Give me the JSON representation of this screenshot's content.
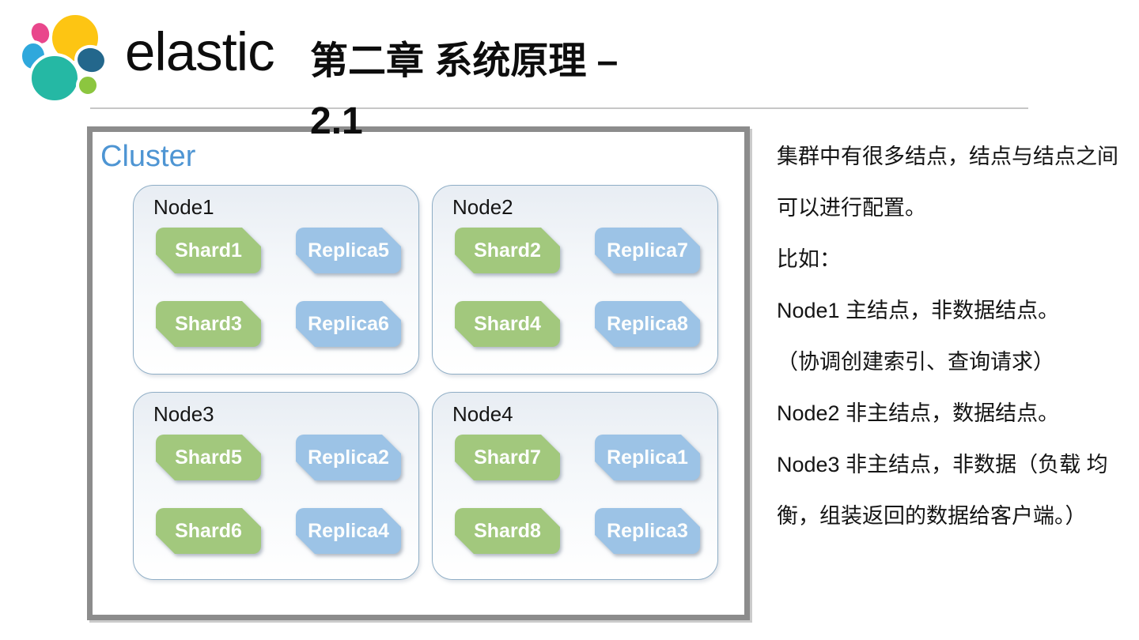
{
  "header": {
    "brand": "elastic",
    "title_line1": "第二章 系统原理 –",
    "title_line2": "2.1"
  },
  "logo": {
    "colors": {
      "pink": "#E9478C",
      "yellow": "#FDC513",
      "light_blue": "#2FA8DC",
      "dark_blue": "#23678C",
      "teal": "#25B8A4",
      "green": "#8CC63F"
    }
  },
  "diagram": {
    "cluster_label": "Cluster",
    "colors": {
      "shard_fill": "#A2C87D",
      "replica_fill": "#9CC3E6",
      "cluster_label_color": "#4E95D3",
      "cluster_border": "#8C8C8C",
      "node_border": "#8FAEC6"
    },
    "nodes": [
      {
        "label": "Node1",
        "cells": [
          {
            "type": "shard",
            "label": "Shard1"
          },
          {
            "type": "replica",
            "label": "Replica5"
          },
          {
            "type": "shard",
            "label": "Shard3"
          },
          {
            "type": "replica",
            "label": "Replica6"
          }
        ]
      },
      {
        "label": "Node2",
        "cells": [
          {
            "type": "shard",
            "label": "Shard2"
          },
          {
            "type": "replica",
            "label": "Replica7"
          },
          {
            "type": "shard",
            "label": "Shard4"
          },
          {
            "type": "replica",
            "label": "Replica8"
          }
        ]
      },
      {
        "label": "Node3",
        "cells": [
          {
            "type": "shard",
            "label": "Shard5"
          },
          {
            "type": "replica",
            "label": "Replica2"
          },
          {
            "type": "shard",
            "label": "Shard6"
          },
          {
            "type": "replica",
            "label": "Replica4"
          }
        ]
      },
      {
        "label": "Node4",
        "cells": [
          {
            "type": "shard",
            "label": "Shard7"
          },
          {
            "type": "replica",
            "label": "Replica1"
          },
          {
            "type": "shard",
            "label": "Shard8"
          },
          {
            "type": "replica",
            "label": "Replica3"
          }
        ]
      }
    ]
  },
  "notes": {
    "lines": [
      "集群中有很多结点，结点与结点之间",
      "可以进行配置。",
      "比如：",
      "Node1 主结点，非数据结点。",
      "（协调创建索引、查询请求）",
      "Node2 非主结点，数据结点。",
      "Node3 非主结点，非数据（负载 均",
      "衡，组装返回的数据给客户端。）"
    ]
  }
}
